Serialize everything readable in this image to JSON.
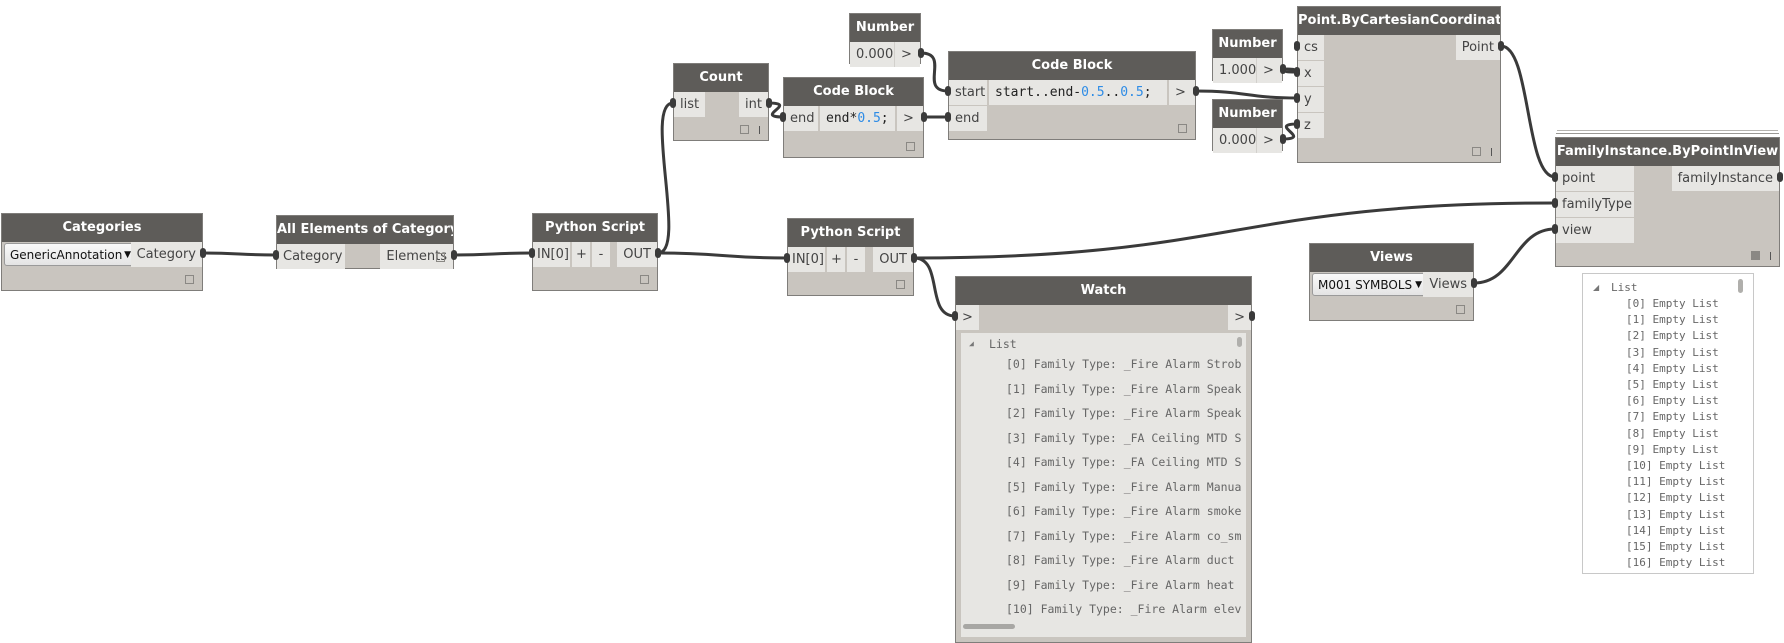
{
  "colors": {
    "header": "#5e5c59",
    "body": "#c9c5bf",
    "port": "#e7e6e3",
    "wire": "#3a3a3a",
    "code_number": "#2e8ce6"
  },
  "nodes": {
    "categories": {
      "title": "Categories",
      "dropdown": "GenericAnnotation",
      "outputs": [
        "Category"
      ]
    },
    "all_elements": {
      "title": "All Elements of Category",
      "inputs": [
        "Category"
      ],
      "outputs": [
        "Elements"
      ]
    },
    "python1": {
      "title": "Python Script",
      "inputs": [
        "IN[0]"
      ],
      "add": "+",
      "remove": "-",
      "outputs": [
        "OUT"
      ]
    },
    "count": {
      "title": "Count",
      "inputs": [
        "list"
      ],
      "outputs": [
        "int"
      ]
    },
    "code1": {
      "title": "Code Block",
      "inputs": [
        "end"
      ],
      "code": [
        {
          "t": "end*"
        },
        {
          "t": "0.5",
          "num": true
        },
        {
          "t": ";"
        }
      ],
      "outputs": [
        ">"
      ]
    },
    "number1": {
      "title": "Number",
      "value": "0.000",
      "outputs": [
        ">"
      ]
    },
    "code2": {
      "title": "Code Block",
      "inputs": [
        "start",
        "end"
      ],
      "code": [
        {
          "t": "start..end-"
        },
        {
          "t": "0.5",
          "num": true
        },
        {
          "t": ".."
        },
        {
          "t": "0.5",
          "num": true
        },
        {
          "t": ";"
        }
      ],
      "outputs": [
        ">"
      ]
    },
    "number2": {
      "title": "Number",
      "value": "1.000",
      "outputs": [
        ">"
      ]
    },
    "number3": {
      "title": "Number",
      "value": "0.000",
      "outputs": [
        ">"
      ]
    },
    "point": {
      "title": "Point.ByCartesianCoordinates",
      "inputs": [
        "cs",
        "x",
        "y",
        "z"
      ],
      "outputs": [
        "Point"
      ]
    },
    "python2": {
      "title": "Python Script",
      "inputs": [
        "IN[0]"
      ],
      "add": "+",
      "remove": "-",
      "outputs": [
        "OUT"
      ]
    },
    "watch": {
      "title": "Watch",
      "inputs": [
        ">"
      ],
      "outputs": [
        ">"
      ],
      "list_label": "List",
      "items": [
        "[0] Family Type: _Fire Alarm Strob",
        "[1] Family Type: _Fire Alarm Speak",
        "[2] Family Type: _Fire Alarm Speak",
        "[3] Family Type: _FA Ceiling MTD S",
        "[4] Family Type: _FA Ceiling MTD S",
        "[5] Family Type: _Fire Alarm Manua",
        "[6] Family Type: _Fire Alarm smoke",
        "[7] Family Type: _Fire Alarm co_sm",
        "[8] Family Type: _Fire Alarm duct",
        "[9] Family Type: _Fire Alarm heat",
        "[10] Family Type: _Fire Alarm elev"
      ]
    },
    "views": {
      "title": "Views",
      "dropdown": "M001 SYMBOLS",
      "outputs": [
        "Views"
      ]
    },
    "family": {
      "title": "FamilyInstance.ByPointInView",
      "inputs": [
        "point",
        "familyType",
        "view"
      ],
      "outputs": [
        "familyInstance"
      ]
    }
  },
  "family_preview": {
    "list_label": "List",
    "items": [
      "[0] Empty List",
      "[1] Empty List",
      "[2] Empty List",
      "[3] Empty List",
      "[4] Empty List",
      "[5] Empty List",
      "[6] Empty List",
      "[7] Empty List",
      "[8] Empty List",
      "[9] Empty List",
      "[10] Empty List",
      "[11] Empty List",
      "[12] Empty List",
      "[13] Empty List",
      "[14] Empty List",
      "[15] Empty List",
      "[16] Empty List"
    ]
  }
}
